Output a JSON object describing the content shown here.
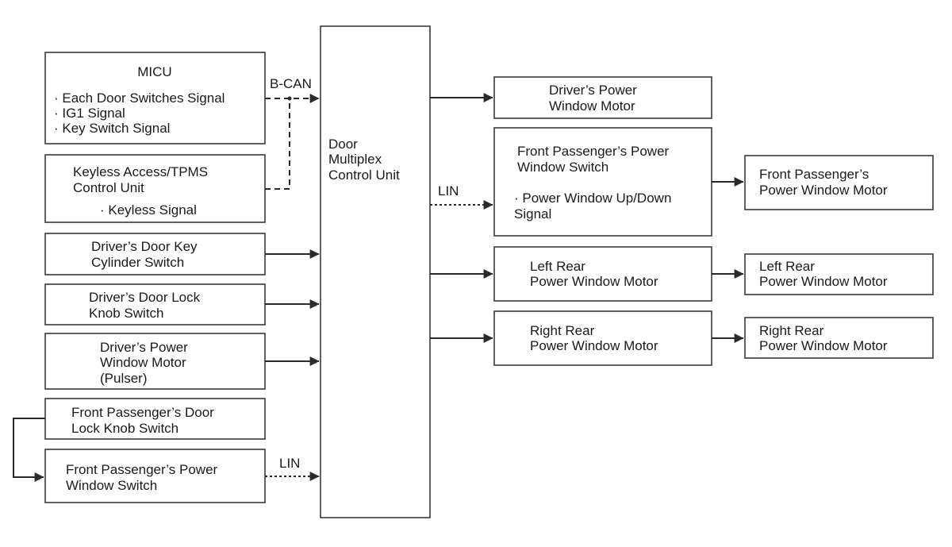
{
  "blocks": {
    "micu": {
      "title": "MICU",
      "line1": "· Each Door Switches Signal",
      "line2": "· IG1 Signal",
      "line3": "· Key Switch Signal"
    },
    "keyless": {
      "line1": "Keyless Access/TPMS",
      "line2": "Control Unit",
      "line3": "· Keyless Signal"
    },
    "key_cylinder": {
      "line1": "Driver’s Door Key",
      "line2": "Cylinder Switch"
    },
    "lock_knob": {
      "line1": "Driver’s Door Lock",
      "line2": "Knob Switch"
    },
    "pulser": {
      "line1": "Driver’s Power",
      "line2": "Window Motor",
      "line3": "(Pulser)"
    },
    "fp_lock_knob": {
      "line1": "Front Passenger’s Door",
      "line2": "Lock Knob Switch"
    },
    "fp_switch_left": {
      "line1": "Front Passenger’s Power",
      "line2": "Window Switch"
    },
    "center": {
      "line1": "Door",
      "line2": "Multiplex",
      "line3": "Control Unit"
    },
    "driver_motor": {
      "line1": "Driver’s Power",
      "line2": "Window Motor"
    },
    "fp_switch_right": {
      "line1": "Front Passenger’s Power",
      "line2": "Window Switch",
      "line3": "· Power Window Up/Down",
      "line4": "Signal"
    },
    "fp_motor": {
      "line1": "Front Passenger’s",
      "line2": "Power Window Motor"
    },
    "lr_switch": {
      "line1": "Left Rear",
      "line2": "Power Window Motor"
    },
    "lr_motor": {
      "line1": "Left Rear",
      "line2": "Power Window Motor"
    },
    "rr_switch": {
      "line1": "Right Rear",
      "line2": "Power Window Motor"
    },
    "rr_motor": {
      "line1": "Right Rear",
      "line2": "Power Window Motor"
    }
  },
  "labels": {
    "bcan": "B-CAN",
    "lin_right": "LIN",
    "lin_left": "LIN"
  }
}
